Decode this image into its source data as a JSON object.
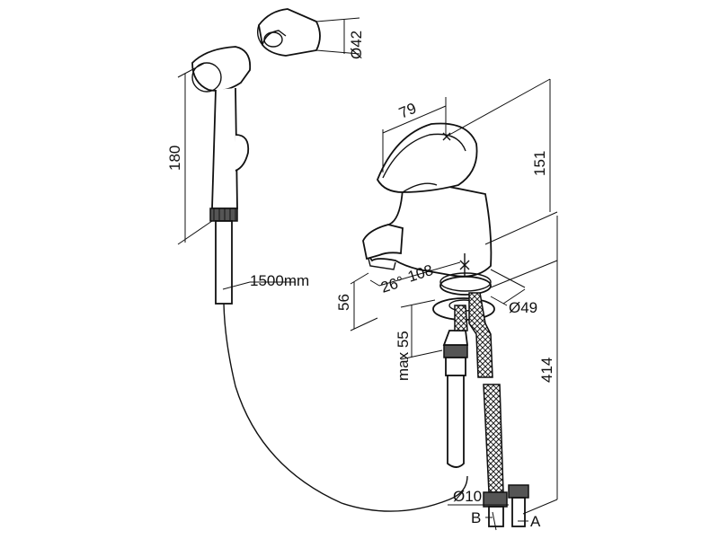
{
  "dimensions": {
    "holder_diameter": "Ø42",
    "handle_reach": "79",
    "tap_height": "151",
    "shower_length": "180",
    "hose_length": "1500mm",
    "rotation": "26°",
    "spout_reach": "108",
    "spout_height": "56",
    "base_diameter": "Ø49",
    "deck_thickness": "max 55",
    "supply_length": "414",
    "connector_diameter": "Ø10"
  },
  "connections": {
    "a_label": "A",
    "b_label": "B"
  }
}
